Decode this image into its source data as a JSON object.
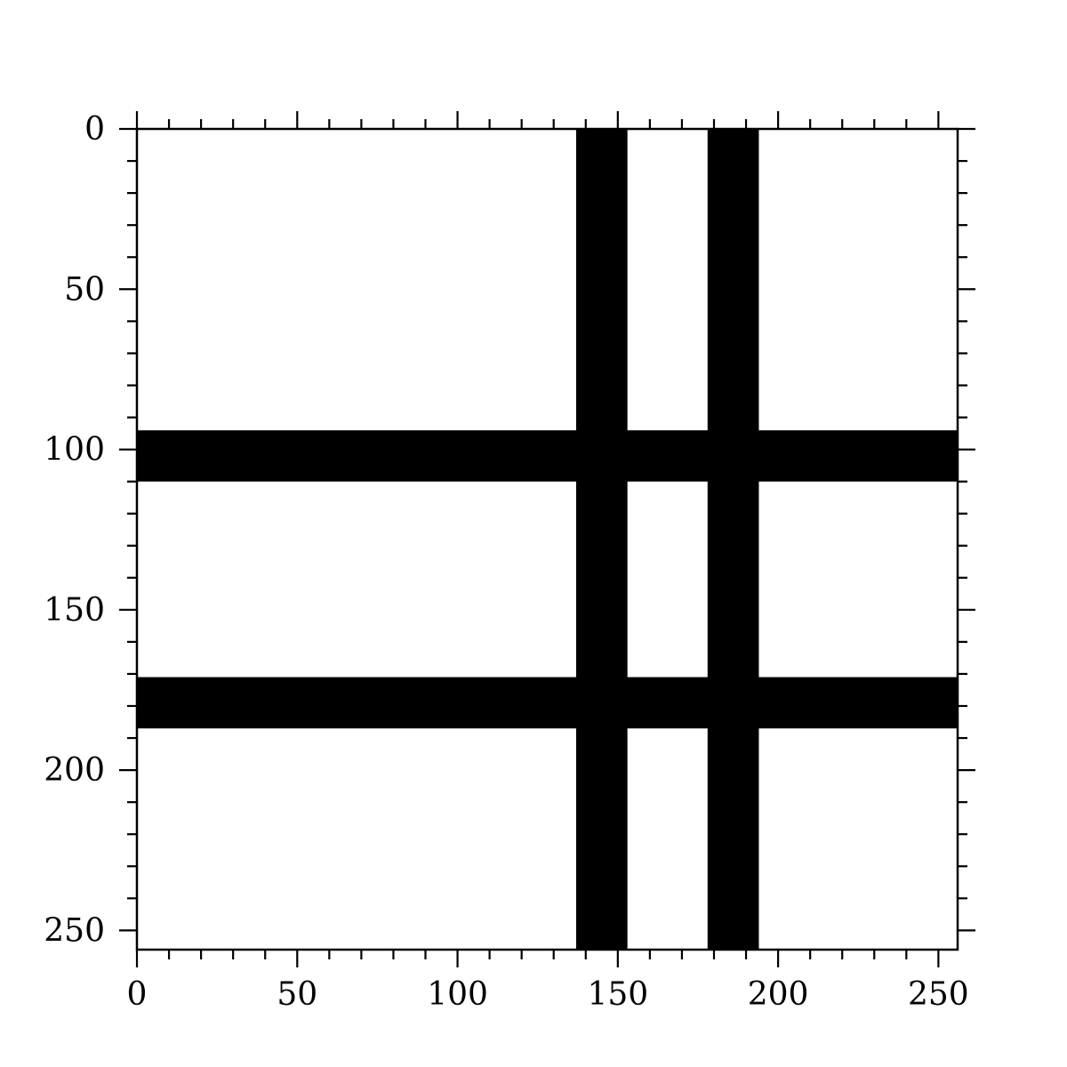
{
  "chart_data": {
    "type": "heatmap",
    "title": "",
    "xlabel": "",
    "ylabel": "",
    "xlim": [
      0,
      256
    ],
    "ylim": [
      256,
      0
    ],
    "y_inverted": true,
    "x_ticks": [
      0,
      50,
      100,
      150,
      200,
      250
    ],
    "y_ticks": [
      0,
      50,
      100,
      150,
      200,
      250
    ],
    "x_tick_labels": [
      "0",
      "50",
      "100",
      "150",
      "200",
      "250"
    ],
    "y_tick_labels": [
      "0",
      "50",
      "100",
      "150",
      "200",
      "250"
    ],
    "minor_tick_step": 10,
    "ticks_on_all_sides": true,
    "grid": false,
    "background_value": 0,
    "band_value": 1,
    "colors": {
      "background": "#ffffff",
      "band": "#000000",
      "axes": "#000000"
    },
    "vertical_bands": [
      {
        "x_start": 137,
        "x_end": 153
      },
      {
        "x_start": 178,
        "x_end": 194
      }
    ],
    "horizontal_bands": [
      {
        "y_start": 94,
        "y_end": 110
      },
      {
        "y_start": 171,
        "y_end": 187
      }
    ]
  }
}
